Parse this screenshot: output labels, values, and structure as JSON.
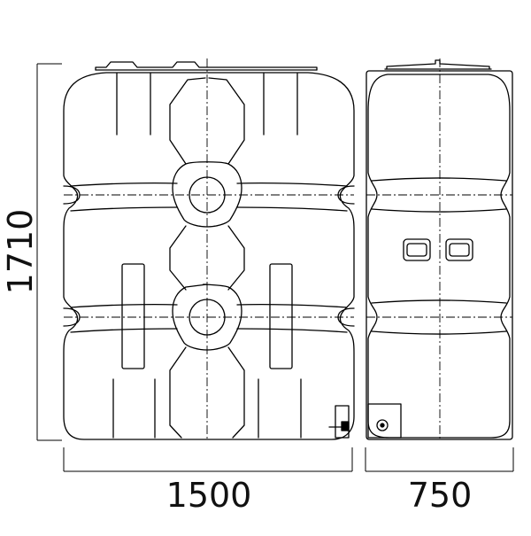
{
  "dimensions": {
    "height": "1710",
    "front_width": "1500",
    "side_width": "750"
  },
  "icons": {
    "front": "tank-front-view-icon",
    "side": "tank-side-view-icon"
  }
}
